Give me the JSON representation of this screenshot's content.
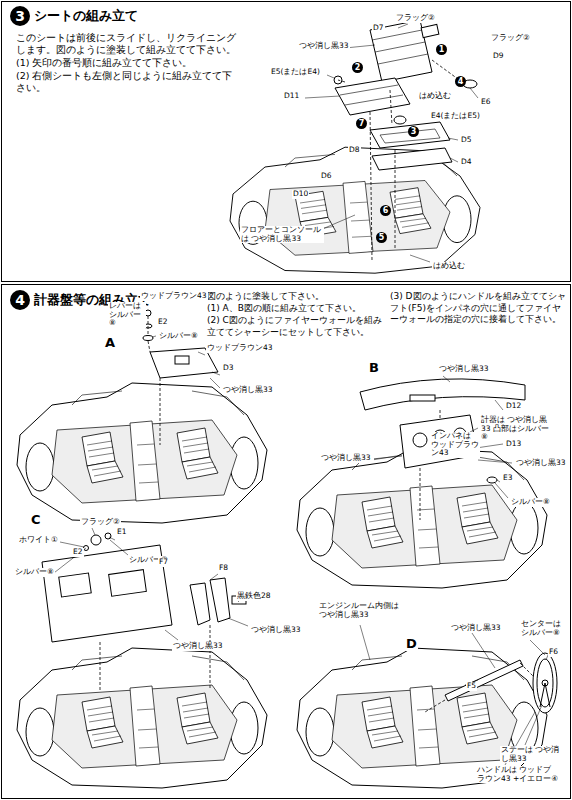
{
  "diagram": {
    "nodes": [
      {
        "text": [
          "シートの組み立て",
          "このシートは前後にスライドし、リクライニングします。図のように塗装して組み立てて下さい。",
          "(1) 矢印の番号順に組み立てて下さい。",
          "(2) 右側シートも左側と同じように組み立てて下さい。"
        ]
      },
      {
        "text": [
          "計器盤等の組み立て",
          "図のように塗装して下さい。",
          "(1) A、B図の順に組み立てて下さい。",
          "(2) C図のようにファイヤーウォールを組み立ててシャーシーにセットして下さい。",
          "(3) D図のようにハンドルを組み立ててシャフト(F5)をインパネの穴に通してファイヤーウォールの指定の穴に接着して下さい。"
        ]
      }
    ],
    "labels": [
      "3",
      "フラッグ②",
      "D7",
      "つや消し黒33",
      "フラッグ②",
      "D9",
      "1",
      "2",
      "E5(またはE4)",
      "D11",
      "4",
      "E6",
      "はめ込む",
      "3",
      "E4(またはE5)",
      "7",
      "D5",
      "D4",
      "D8",
      "D6",
      "6",
      "D10",
      "5",
      "フロアーとコンソールは つや消し黒33",
      "はめ込む",
      "4",
      "A",
      "レバーは シルバー⑧",
      "ウッドブラウン43",
      "E2",
      "シルバー⑧",
      "ウッドブラウン43",
      "D3",
      "つや消し黒33",
      "B",
      "つや消し黒33",
      "D12",
      "計器は つや消し黒33 凸部はシルバー⑧",
      "インパネは ウッドブラウン43",
      "D13",
      "つや消し黒33",
      "つや消し黒33",
      "E3",
      "シルバー⑧",
      "C",
      "フラッグ②",
      "ホワイト①",
      "E2",
      "E1",
      "シルバー⑧",
      "シルバー⑧",
      "F7",
      "F8",
      "黒鉄色28",
      "つや消し黒33",
      "つや消し黒33",
      "エンジンルーム内側は つや消し黒33",
      "D",
      "つや消し黒33",
      "センターは シルバー⑧",
      "F6",
      "F5",
      "ステーは つや消し黒33",
      "ハンドルは ウッドブラウン43 +イエロー④"
    ]
  }
}
